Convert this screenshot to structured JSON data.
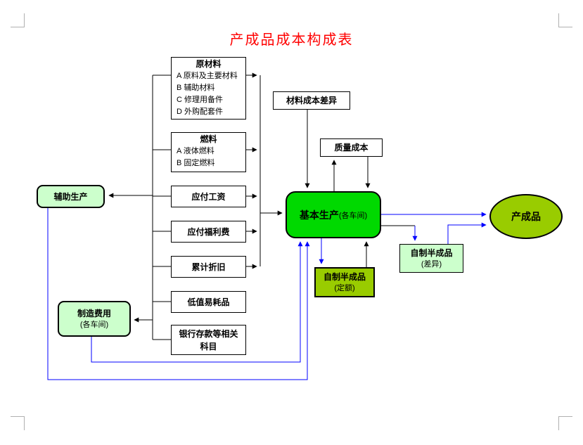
{
  "title": {
    "text": "产成品成本构成表"
  },
  "colors": {
    "title_red": "#ff0000",
    "basic_green": "#00d900",
    "pale_green": "#ccffcc",
    "olive_green": "#99cc00",
    "blue_connector": "#0000ff",
    "black_connector": "#000000",
    "corner_mark_gray": "#b0b0b0"
  },
  "diagram": {
    "source_boxes": {
      "raw_materials": {
        "title": "原材料",
        "items": [
          "A 原料及主要材料",
          "B 辅助材料",
          "C 修理用备件",
          "D 外购配套件"
        ]
      },
      "fuel": {
        "title": "燃料",
        "items": [
          "A 液体燃料",
          "B 固定燃料"
        ]
      },
      "payable_wages": {
        "title": "应付工资"
      },
      "payable_welfare": {
        "title": "应付福利费"
      },
      "accumulated_depreciation": {
        "title": "累计折旧"
      },
      "low_value_consumables": {
        "title": "低值易耗品"
      },
      "bank_deposits": {
        "line1": "银行存款等相关",
        "line2": "科目"
      }
    },
    "material_cost_variance": {
      "title": "材料成本差异"
    },
    "quality_cost": {
      "title": "质量成本"
    },
    "auxiliary_production": {
      "title": "辅助生产"
    },
    "manufacturing_overhead": {
      "title": "制造费用",
      "subtitle": "(各车间)"
    },
    "basic_production": {
      "title": "基本生产",
      "subtitle": "(各车间)"
    },
    "semi_finished_quota": {
      "title": "自制半成品",
      "subtitle": "(定额)"
    },
    "semi_finished_variance": {
      "title": "自制半成品",
      "subtitle": "(差异)"
    },
    "finished_product": {
      "title": "产成品"
    }
  }
}
